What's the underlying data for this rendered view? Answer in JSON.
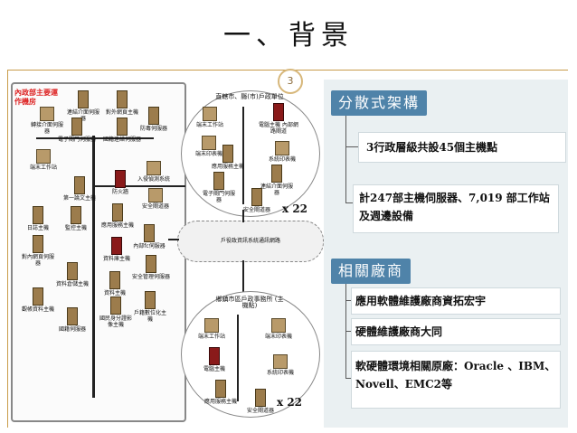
{
  "title": "一、背景",
  "page_number": "3",
  "sections": [
    {
      "heading": "分散式架構",
      "items": [
        "3行政層級共設45個主機點",
        "計247部主機伺服器、7,019 部工作站及週邊設備"
      ]
    },
    {
      "heading": "相關廠商",
      "items": [
        "應用軟體維護廠商資拓宏宇",
        "硬體維護廠商大同",
        "軟硬體環境相關原廠：Oracle 、IBM、 Novell、EMC2等"
      ]
    }
  ],
  "diagram": {
    "central_label": "內政部主要運作機房",
    "county_label": "直轄市、縣(市)戶政單位",
    "township_label": "鄉鎮市區戶政事務所 (主機點)",
    "network_label": "戶役政資訊系統通訊網路",
    "multiplier_1": "x 22",
    "multiplier_2": "x 22",
    "central_devices": [
      "轉接介面伺服器",
      "連結介面伺服器",
      "對外網頁主機",
      "防毒伺服器",
      "電子閘門伺服器",
      "國籍連結伺服器",
      "端末工作站",
      "第一論文主機",
      "防火牆",
      "入侵偵測系統",
      "安全閘道器",
      "日誌主機",
      "監控主機",
      "應用服務主機",
      "內部fc伺服器",
      "對內網頁伺服器",
      "資料庫主機",
      "安全管理伺服器",
      "資料倉儲主機",
      "資料主機",
      "觀帳資料主機",
      "國籍伺服器",
      "國民身分證影像主機",
      "戶籍數位化主機"
    ],
    "county_devices": [
      "端末工作站",
      "電腦主機 內部網路閘道",
      "系統印表機",
      "應用服務主機",
      "連結介面伺服器",
      "電子閘門伺服器",
      "安全閘道器",
      "端末印表機"
    ],
    "township_devices": [
      "端末工作站",
      "端末印表機",
      "電腦主機",
      "系統印表機",
      "應用服務主機",
      "安全閘道器"
    ]
  },
  "colors": {
    "heading_bg": "#4f83a9",
    "panel_bg": "#eaf0f2",
    "rule": "#c99c4a",
    "central_label": "#dd2222"
  }
}
